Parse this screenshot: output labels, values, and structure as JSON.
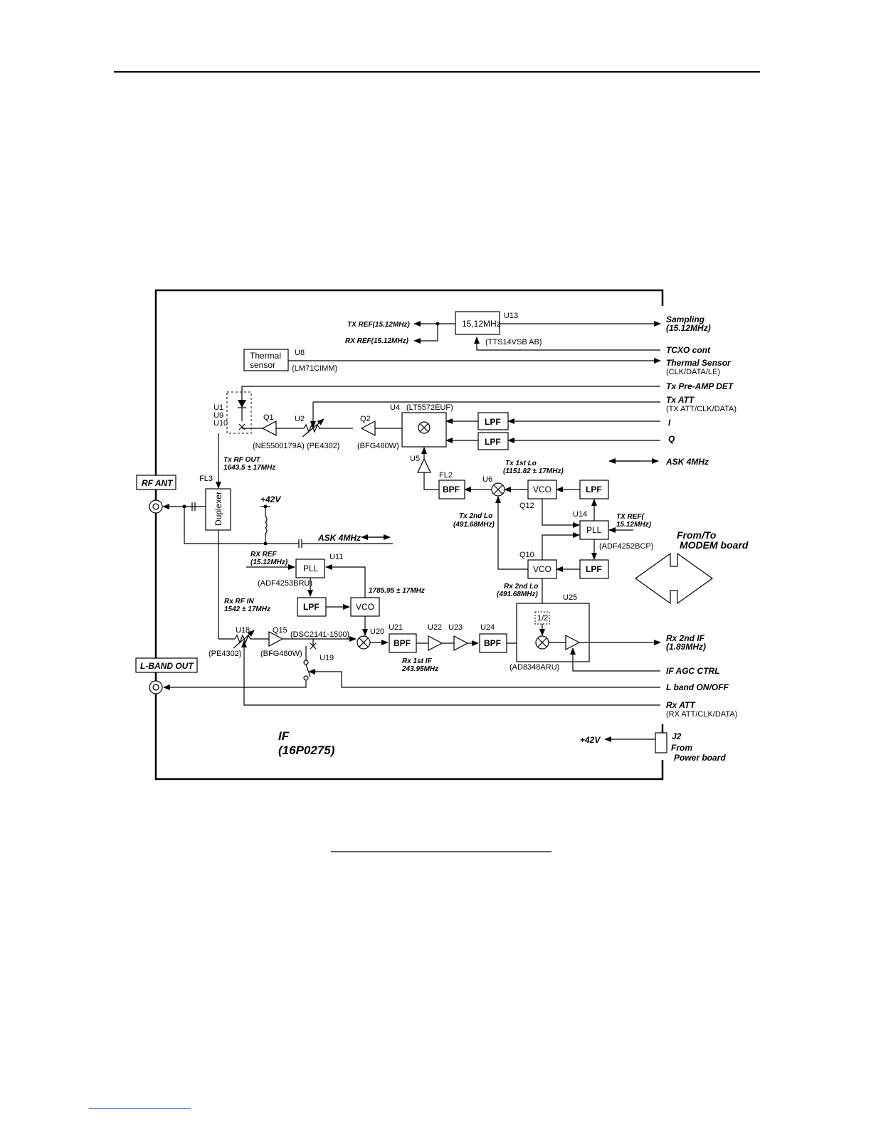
{
  "blocks": {
    "osc": "15,12MHz",
    "thermal_1": "Thermal",
    "thermal_2": "sensor",
    "duplexer": "Duplexer",
    "lpf": "LPF",
    "bpf": "BPF",
    "vco": "VCO",
    "pll": "PLL",
    "half": "1/2"
  },
  "refs": {
    "u13": "U13",
    "u8": "U8",
    "u1": "U1",
    "u9": "U9",
    "u10": "U10",
    "q1": "Q1",
    "u2": "U2",
    "q2": "Q2",
    "u4": "U4",
    "u5": "U5",
    "fl2": "FL2",
    "u6": "U6",
    "q12": "Q12",
    "u14": "U14",
    "fl3": "FL3",
    "u11": "U11",
    "q10": "Q10",
    "u25": "U25",
    "u18": "U18",
    "q15": "Q15",
    "u19": "U19",
    "u20": "U20",
    "u21": "U21",
    "u22": "U22",
    "u23": "U23",
    "u24": "U24",
    "j2": "J2"
  },
  "parts": {
    "u13": "(TTS14VSB AB)",
    "u8": "(LM71CIMM)",
    "q1": "(NE5500179A)",
    "u2": "(PE4302)",
    "q2": "(BFG480W)",
    "u4": "(LT5572EUF)",
    "u14": "(ADF4252BCP)",
    "u11": "(ADF4253BRU)",
    "u25": "(AD8348ARU)",
    "u18": "(PE4302)",
    "q15": "(BFG480W)",
    "q15b": "(DSC2141-1500)"
  },
  "labels": {
    "tx_ref": "TX REF(15.12MHz)",
    "rx_ref": "RX REF(15.12MHz)",
    "tx_rf_out_1": "Tx RF OUT",
    "tx_rf_out_2": "1643.5 ± 17MHz",
    "tx_1st_lo_1": "Tx 1st Lo",
    "tx_1st_lo_2": "(1151.82 ± 17MHz)",
    "tx_2nd_lo_1": "Tx 2nd Lo",
    "tx_2nd_lo_2": "(491.68MHz)",
    "tx_ref_pll_1": "TX REF(",
    "tx_ref_pll_2": "15.12MHz)",
    "v42": "+42V",
    "ask_mid": "ASK 4MHz",
    "rx_ref_1": "RX REF",
    "rx_ref_2": "(15.12MHz)",
    "f1785": "1785.95 ± 17MHz",
    "rx_2nd_lo_1": "Rx 2nd Lo",
    "rx_2nd_lo_2": "(491.68MHz)",
    "rx_rf_in_1": "Rx RF IN",
    "rx_rf_in_2": "1542 ± 17MHz",
    "rx_1st_if_1": "Rx 1st IF",
    "rx_1st_if_2": "243.95MHz",
    "rf_ant": "RF ANT",
    "l_band_out": "L-BAND OUT",
    "board_1": "IF",
    "board_2": "(16P0275)",
    "v42_j2": "+42V"
  },
  "signals": {
    "sampling_1": "Sampling",
    "sampling_2": "(15.12MHz)",
    "tcxo": "TCXO cont",
    "thermal_1": "Thermal Sensor",
    "thermal_2": "(CLK/DATA/LE)",
    "txpre": "Tx Pre-AMP DET",
    "txatt_1": "Tx ATT",
    "txatt_2": "(TX ATT/CLK/DATA)",
    "i": "I",
    "q": "Q",
    "ask": "ASK 4MHz",
    "rx2if_1": "Rx 2nd IF",
    "rx2if_2": "(1.89MHz)",
    "ifagc": "IF AGC CTRL",
    "lband": "L band ON/OFF",
    "rxatt_1": "Rx ATT",
    "rxatt_2": "(RX ATT/CLK/DATA)",
    "from_power_1": "From",
    "from_power_2": "Power board"
  },
  "modem": {
    "line1": "From/To",
    "line2": "MODEM board"
  }
}
